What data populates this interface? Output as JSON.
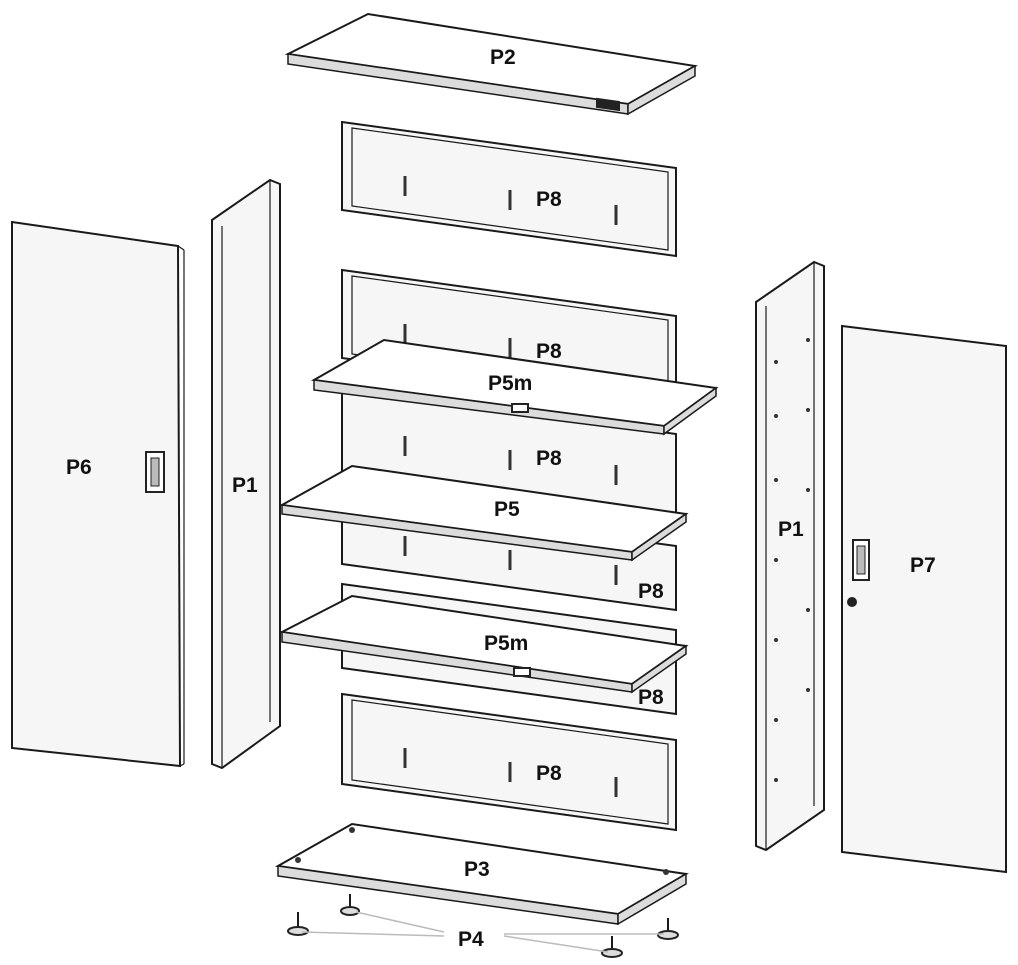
{
  "labels": {
    "p2": "P2",
    "p8_top": "P8",
    "p8_second": "P8",
    "p5m_upper": "P5m",
    "p8_third": "P8",
    "p6": "P6",
    "p1_left": "P1",
    "p5": "P5",
    "p1_right": "P1",
    "p7": "P7",
    "p8_fourth": "P8",
    "p5m_lower": "P5m",
    "p8_fifth": "P8",
    "p8_bottom": "P8",
    "p3": "P3",
    "p4": "P4"
  }
}
